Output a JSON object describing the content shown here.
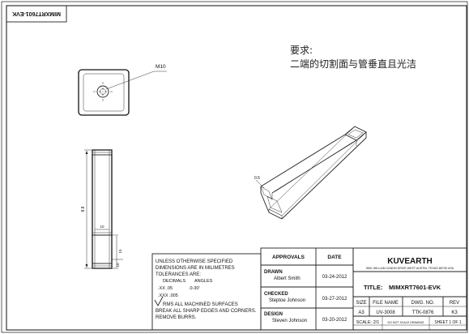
{
  "corner_label": "MIMXRT7601-EVK",
  "notes": {
    "title": "要求:",
    "line1": "二端的切割面与管垂直且光洁"
  },
  "top_view": {
    "thread_label": "M10"
  },
  "side_view": {
    "dim_total": "8.8",
    "dim_a": "10",
    "dim_b": "15",
    "dim_c": "10"
  },
  "iso_view": {
    "thickness_label": "0.5"
  },
  "general_notes": {
    "line1": "UNLESS OTHERWISE SPECIFIED",
    "line2": "DIMENSIONS ARE IN MILIMETRES",
    "line3": "TOLERANCES ARE:",
    "decimals_label": "DECIMALS",
    "angles_label": "ANGLES",
    "tol1": ".XX .05",
    "tol2": ".XXX .005",
    "angle_tol": ".0-30'",
    "rms": "RMS ALL MACHINED SURFACES",
    "break": "BREAK ALL SHARP EDGES AND CORNERS.",
    "burrs": "REMOVE BURRS."
  },
  "approvals": {
    "header": "APPROVALS",
    "date_header": "DATE",
    "rows": [
      {
        "role": "DRAWN",
        "name": "Albert Smith",
        "date": "03-24-2012"
      },
      {
        "role": "CHECKED",
        "name": "Steptoe Johnson",
        "date": "03-27-2012"
      },
      {
        "role": "DESIGN",
        "name": "Steven Johnson",
        "date": "03-20-2012"
      }
    ]
  },
  "title_block": {
    "company": "KUVEARTH",
    "address": "5501 WILLIAM CANON DRIVE WEST AUSTIN, TEXAS 88735 USA",
    "title_label": "TITLE:",
    "title_value": "MIMXRT7601-EVK",
    "size_label": "SIZE",
    "size_value": "A3",
    "file_label": "FILE NAME",
    "file_value": "UV-3008",
    "dwg_label": "DWG. NO.",
    "dwg_value": "TTK-0876",
    "rev_label": "REV",
    "rev_value": "K3",
    "scale": "SCALE: 2/1",
    "noscale": "DO NOT SCALE DRAWING",
    "sheet": "SHEET 1 OF 1"
  }
}
